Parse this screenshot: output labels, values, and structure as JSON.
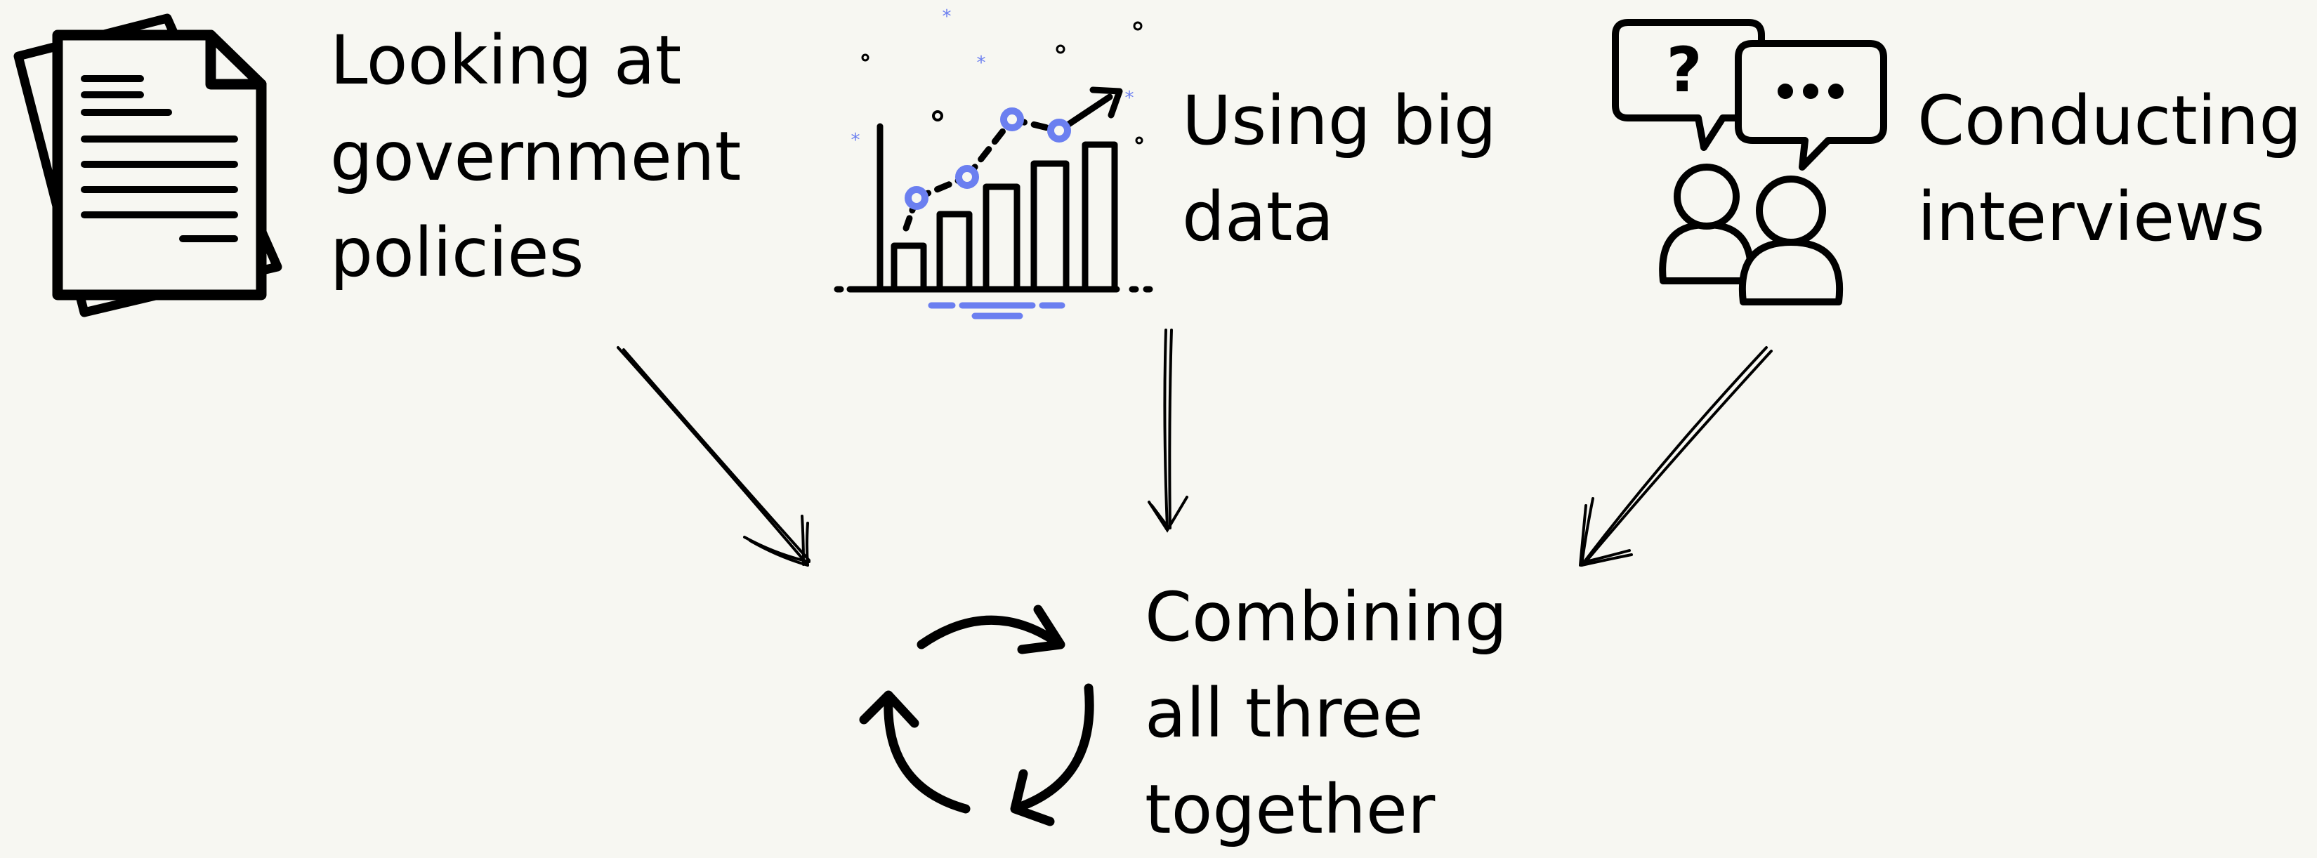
{
  "nodes": {
    "policies": {
      "icon": "document-stack-icon",
      "lines": [
        "Looking at",
        "government",
        "policies"
      ]
    },
    "big_data": {
      "icon": "bar-chart-growth-icon",
      "lines": [
        "Using big",
        "data"
      ]
    },
    "interviews": {
      "icon": "people-speech-bubbles-icon",
      "lines": [
        "Conducting",
        "interviews"
      ]
    },
    "combined": {
      "icon": "cycle-arrows-icon",
      "lines": [
        "Combining",
        "all three",
        "together"
      ]
    }
  },
  "colors": {
    "background": "#f7f7f2",
    "ink": "#000000",
    "accent": "#6b7ff0"
  }
}
